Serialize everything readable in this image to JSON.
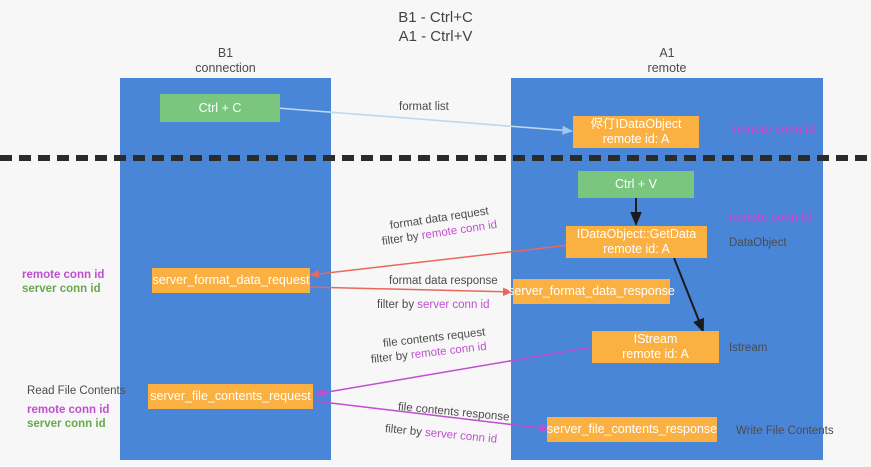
{
  "title": {
    "line1": "B1 - Ctrl+C",
    "line2": "A1 - Ctrl+V"
  },
  "lanes": [
    {
      "id": "b1",
      "name": "B1",
      "role": "connection"
    },
    {
      "id": "a1",
      "name": "A1",
      "role": "remote"
    }
  ],
  "nodes": {
    "ctrl_c": "Ctrl + C",
    "ctrl_v": "Ctrl + V",
    "idataobject_line1": "侭仃IDataObject",
    "idataobject_line2": "remote id: A",
    "getdata_line1": "IDataObject::GetData",
    "getdata_line2": "remote id: A",
    "istream_line1": "IStream",
    "istream_line2": "remote id: A",
    "server_format_data_request": "server_format_data_request",
    "server_format_data_response": "server_format_data_response",
    "server_file_contents_request": "server_file_contents_request",
    "server_file_contents_response": "server_file_contents_response"
  },
  "edges": {
    "format_list": "format list",
    "format_data_request": "format data request",
    "format_data_request_filter_prefix": "filter by ",
    "format_data_request_filter_key": "remote conn id",
    "format_data_response": "format data response",
    "format_data_response_filter_prefix": "filter by ",
    "format_data_response_filter_key": "server conn id",
    "file_contents_request": "file contents request",
    "file_contents_request_filter_prefix": "filter by ",
    "file_contents_request_filter_key": "remote conn id",
    "file_contents_response": "file contents response",
    "file_contents_response_filter_prefix": "filter by ",
    "file_contents_response_filter_key": "server conn id"
  },
  "annotations": {
    "right_remote_conn_id_top": "remote conn id",
    "right_remote_conn_id_mid": "remote conn id",
    "right_dataobject": "DataObject",
    "right_istream": "Istream",
    "right_write_file_contents": "Write File Contents",
    "left_remote_conn_id_mid": "remote conn id",
    "left_server_conn_id_mid": "server conn id",
    "left_read_file_contents": "Read File Contents",
    "left_remote_conn_id_bottom": "remote conn id",
    "left_server_conn_id_bottom": "server conn id"
  },
  "colors": {
    "lane": "#4a86d8",
    "node_green": "#7ac67f",
    "node_orange": "#fbb042",
    "key_purple": "#c04fd0",
    "key_green": "#6aa84f",
    "arrow_lightblue": "#bcd9ef",
    "arrow_red": "#e8685d",
    "arrow_magenta": "#c04fd0",
    "arrow_black": "#1a1a1a",
    "background": "#f7f7f7"
  }
}
